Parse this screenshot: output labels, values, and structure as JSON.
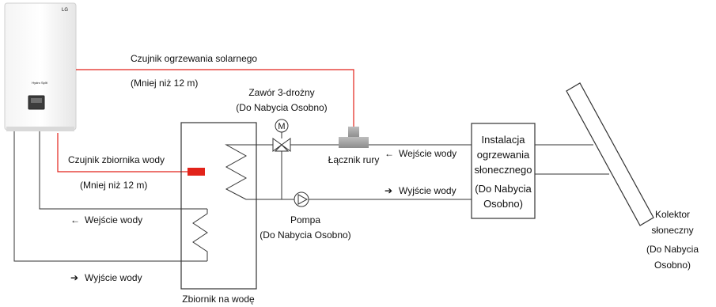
{
  "unit": {
    "brand": "LG",
    "model": "Hydro Split"
  },
  "labels": {
    "solar_sensor": "Czujnik ogrzewania solarnego",
    "solar_sensor_len": "(Mniej niż 12 m)",
    "valve_name": "Zawór 3-drożny",
    "valve_note": "(Do Nabycia Osobno)",
    "tank_sensor": "Czujnik zbiornika wody",
    "tank_sensor_len": "(Mniej niż 12 m)",
    "pipe_connector": "Łącznik rury",
    "solar_in": "Wejście wody",
    "solar_out": "Wyjście wody",
    "pump_name": "Pompa",
    "pump_note": "(Do Nabycia Osobno)",
    "tank_in": "Wejście wody",
    "tank_out": "Wyjście wody",
    "tank_name": "Zbiornik na wodę",
    "solar_install": [
      "Instalacja",
      "ogrzewania",
      "słonecznego",
      "(Do Nabycia",
      "Osobno)"
    ],
    "collector": [
      "Kolektor",
      "słoneczny",
      "(Do Nabycia",
      "Osobno)"
    ],
    "valve_symbol": "M"
  },
  "arrows": {
    "left": "←",
    "right": "➔"
  },
  "colors": {
    "sensor_wire": "#e2231a",
    "sensor": "#e2231a",
    "pipe": "#333333",
    "connector": "#9e9e9e"
  }
}
